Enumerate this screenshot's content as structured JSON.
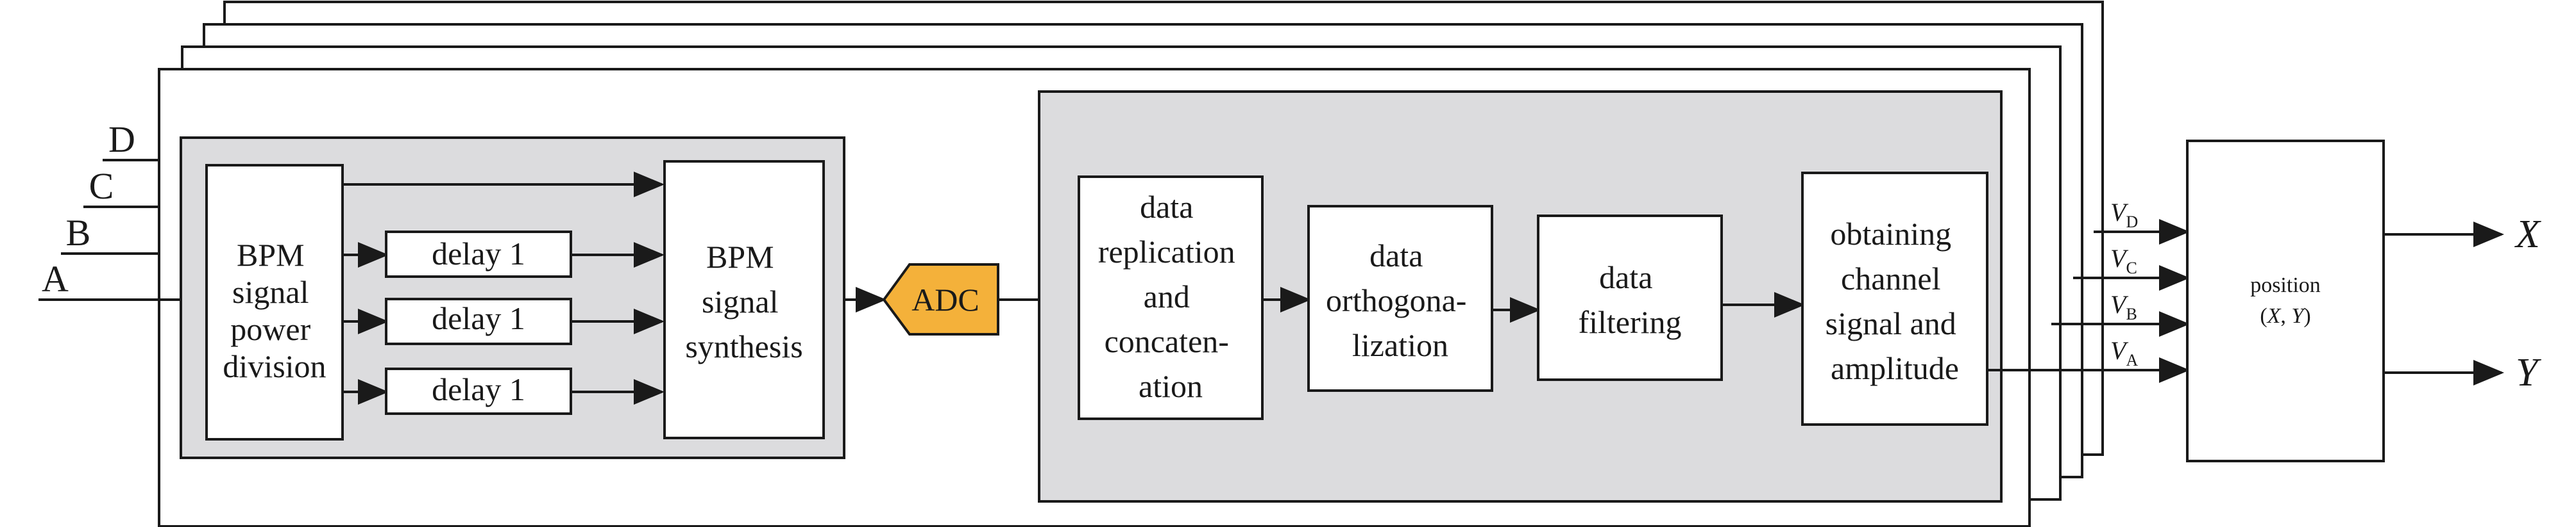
{
  "inputs": {
    "a": "A",
    "b": "B",
    "c": "C",
    "d": "D"
  },
  "blocks": {
    "power_division": [
      "BPM",
      "signal",
      "power",
      "division"
    ],
    "delay_1": "delay 1",
    "delay_2": "delay 1",
    "delay_3": "delay 1",
    "synthesis": [
      "BPM",
      "signal",
      "synthesis"
    ],
    "adc": "ADC",
    "replication": [
      "data",
      "replication",
      "and",
      "concaten-",
      "ation"
    ],
    "orthogonalization": [
      "data",
      "orthogona-",
      "lization"
    ],
    "filtering": [
      "data",
      "filtering"
    ],
    "channel": [
      "obtaining",
      "channel",
      "signal and",
      "amplitude"
    ],
    "position_title": "position",
    "position_x": "X",
    "position_comma": ", ",
    "position_y": "Y",
    "position_open": "(",
    "position_close": ")"
  },
  "signals": {
    "vd": {
      "main": "V",
      "sub": "D"
    },
    "vc": {
      "main": "V",
      "sub": "C"
    },
    "vb": {
      "main": "V",
      "sub": "B"
    },
    "va": {
      "main": "V",
      "sub": "A"
    }
  },
  "outputs": {
    "x": "X",
    "y": "Y"
  },
  "colors": {
    "adc_fill": "#f4b13a",
    "panel_fill": "#dcdcde",
    "line": "#1a1a1a"
  }
}
